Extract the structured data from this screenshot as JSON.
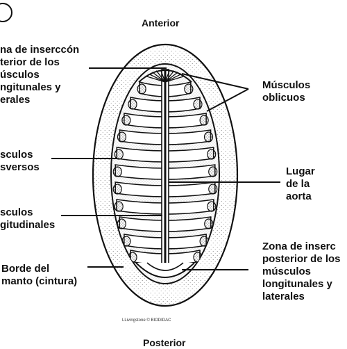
{
  "diagram": {
    "figure_letter": "",
    "orientation": {
      "top": "Anterior",
      "bottom": "Posterior"
    },
    "labels": {
      "anterior_insertion_zone": [
        "na de inserccón",
        "terior de los",
        "úsculos",
        "ngitunales y",
        "erales"
      ],
      "oblique_muscles": [
        "Músculos",
        "oblicuos"
      ],
      "transverse_muscles": [
        "sculos",
        "sversos"
      ],
      "aorta_location": [
        "Lugar",
        "de la",
        "aorta"
      ],
      "longitudinal_muscles": [
        "sculos",
        "gitudinales"
      ],
      "mantle_border": [
        "Borde del",
        "manto (cintura)"
      ],
      "posterior_insertion_zone": [
        "Zona de inserc",
        "posterior de los",
        "músculos",
        "longitunales y",
        "laterales"
      ]
    },
    "credit": "LLivingstone © BIODIDAC",
    "colors": {
      "ink": "#111111",
      "stipple": "#8a8a8a",
      "paper": "#ffffff"
    }
  }
}
